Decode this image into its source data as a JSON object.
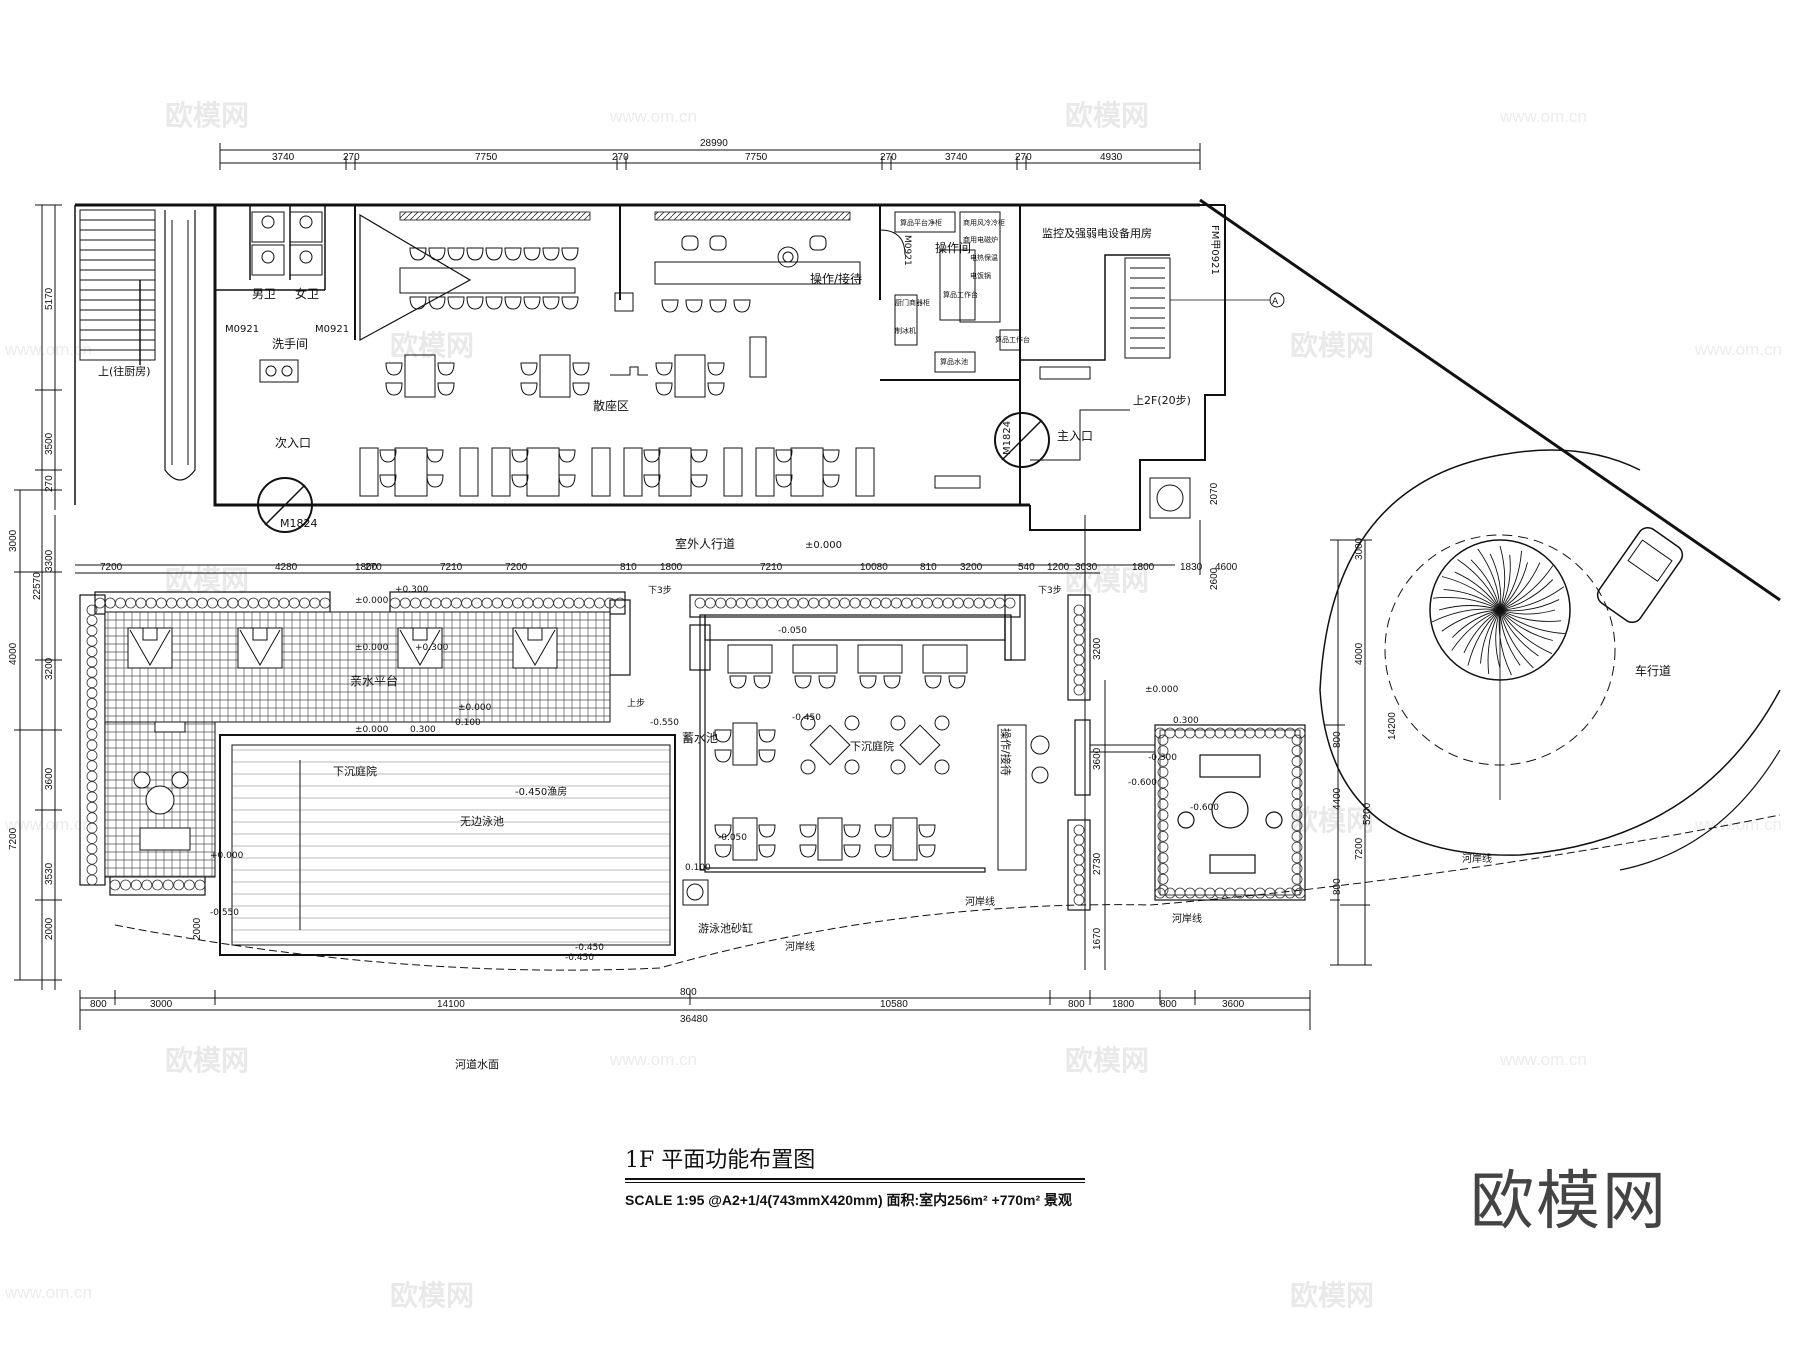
{
  "title": "1F  平面功能布置图",
  "scale_line": "SCALE  1:95 @A2+1/4(743mmX420mm) 面积:室内256m² +770m² 景观",
  "big_watermark": "欧模网",
  "watermarks": {
    "brand": "欧模网",
    "url": "www.om.cn"
  },
  "top_dims": {
    "total": "28990",
    "segments": [
      "3740",
      "270",
      "7750",
      "270",
      "7750",
      "270",
      "3740",
      "270",
      "4930"
    ]
  },
  "row_dims": [
    "7200",
    "4280",
    "1800",
    "270",
    "7210",
    "7200",
    "810",
    "1800",
    "7210",
    "10080",
    "810",
    "3200",
    "540",
    "1200",
    "3030",
    "1800",
    "1830",
    "4600"
  ],
  "bottom_dims": {
    "total": "36480",
    "segments": [
      "800",
      "3000",
      "14100",
      "800",
      "10580",
      "800",
      "1800",
      "800",
      "3600"
    ]
  },
  "left_dims": [
    "5170",
    "3500",
    "270",
    "3000",
    "3300",
    "22570",
    "4000",
    "3200",
    "3600",
    "7200",
    "3530",
    "2000"
  ],
  "right_dims": [
    "2070",
    "3000",
    "4000",
    "14200",
    "7200",
    "3200",
    "3600",
    "2730",
    "1670",
    "800",
    "4400",
    "5200",
    "800",
    "2600",
    "2000"
  ],
  "rooms": {
    "stair_kitchen": "上(往厨房)",
    "male_wc": "男卫",
    "female_wc": "女卫",
    "door_m0921_a": "M0921",
    "door_m0921_b": "M0921",
    "washroom": "洗手间",
    "side_entry": "次入口",
    "door_m1824_a": "M1824",
    "door_m1824_b": "M1824",
    "door_m0921_c": "M0921",
    "door_fm": "FM甲0921",
    "scatter_seats": "散座区",
    "operate_1": "操作/接待",
    "operate_room": "操作间",
    "monitor_room": "监控及强弱电设备用房",
    "main_entry": "主入口",
    "stair_2f": "上2F(20步)",
    "axis_a": "A",
    "outdoor_walk": "室外人行道",
    "level_0": "±0.000",
    "water_deck": "亲水平台",
    "sunken_yard_1": "下沉庭院",
    "sunken_yard_2": "下沉庭院",
    "infinity_pool": "无边泳池",
    "pool_depth": "-0.450渔房",
    "water_tank": "蓄水池",
    "sand_tank": "游泳池砂缸",
    "operate_2": "操作/接待",
    "river_line_1": "河岸线",
    "river_line_2": "河岸线",
    "river_line_3": "河岸线",
    "river_line_4": "河岸线",
    "driveway": "车行道",
    "river_water": "河道水面",
    "down3_a": "下3步",
    "down3_b": "下3步",
    "up_step": "上步"
  },
  "levels": [
    "±0.000",
    "+0.300",
    "±0.000",
    "+0.300",
    "±0.000",
    "±0.000",
    "0.300",
    "0.100",
    "-0.050",
    "-0.450",
    "-0.050",
    "-0.450",
    "-0.450",
    "±0.000",
    "0.300",
    "-0.600",
    "-0.600",
    "+0.000",
    "-0.550",
    "-0.550",
    "0.100",
    "-0.300"
  ],
  "equipment_labels": [
    "算品平台净柜",
    "商用风冷冷柜",
    "商用电磁炉",
    "电热保温",
    "电饭锅",
    "厨门商器柜",
    "制冰机",
    "算品工作台",
    "算品水池",
    "算品工作台"
  ]
}
